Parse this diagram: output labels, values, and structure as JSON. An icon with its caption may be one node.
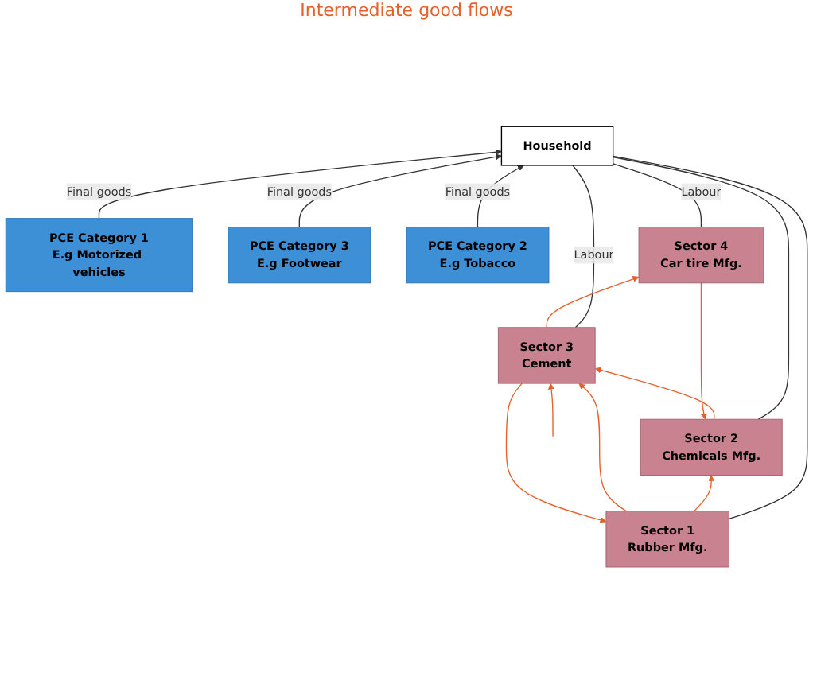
{
  "diagram": {
    "nodes": [
      {
        "text": [
          "Household"
        ]
      },
      {
        "text": [
          "PCE Category 1",
          "E.g Motorized vehicles"
        ]
      },
      {
        "text": [
          "PCE Category 3",
          "E.g Footwear"
        ]
      },
      {
        "text": [
          "PCE Category 2",
          "E.g Tobacco"
        ]
      },
      {
        "text": [
          "Sector 1",
          "Rubber Mfg."
        ]
      },
      {
        "text": [
          "Sector 2",
          "Chemicals Mfg."
        ]
      },
      {
        "text": [
          "Sector 3",
          "Cement"
        ]
      },
      {
        "text": [
          "Sector 4",
          "Car tire Mfg."
        ]
      }
    ],
    "edges": [
      {
        "from": 1,
        "to": 0,
        "arrow": "to",
        "label": "Final goods"
      },
      {
        "from": 2,
        "to": 0,
        "arrow": "to",
        "label": "Final goods"
      },
      {
        "from": 3,
        "to": 0,
        "arrow": "to",
        "label": "Final goods"
      },
      {
        "from": 4,
        "to": 0,
        "arrow": "none"
      },
      {
        "from": 6,
        "to": 0,
        "arrow": "none",
        "label": "Labour"
      },
      {
        "from": 5,
        "to": 0,
        "arrow": "none"
      },
      {
        "from": 7,
        "to": 0,
        "arrow": "none",
        "label": "Labour"
      },
      {
        "from": 4,
        "to": 5,
        "arrow": "to",
        "color": "#e5602a"
      },
      {
        "from": 5,
        "to": 6,
        "arrow": "to",
        "color": "#e5602a"
      },
      {
        "from": 4,
        "to": 6,
        "arrow": "to",
        "color": "#e5602a"
      },
      {
        "from": 6,
        "to": 4,
        "arrow": "to",
        "color": "#e5602a"
      },
      {
        "from": null,
        "to": 6,
        "arrow": "to",
        "color": "#e5602a"
      },
      {
        "from": 6,
        "to": 7,
        "arrow": "to",
        "color": "#e5602a"
      },
      {
        "from": 7,
        "to": 5,
        "arrow": "to",
        "color": "#e5602a"
      }
    ],
    "labels": [
      "Intermediate good flows"
    ]
  }
}
